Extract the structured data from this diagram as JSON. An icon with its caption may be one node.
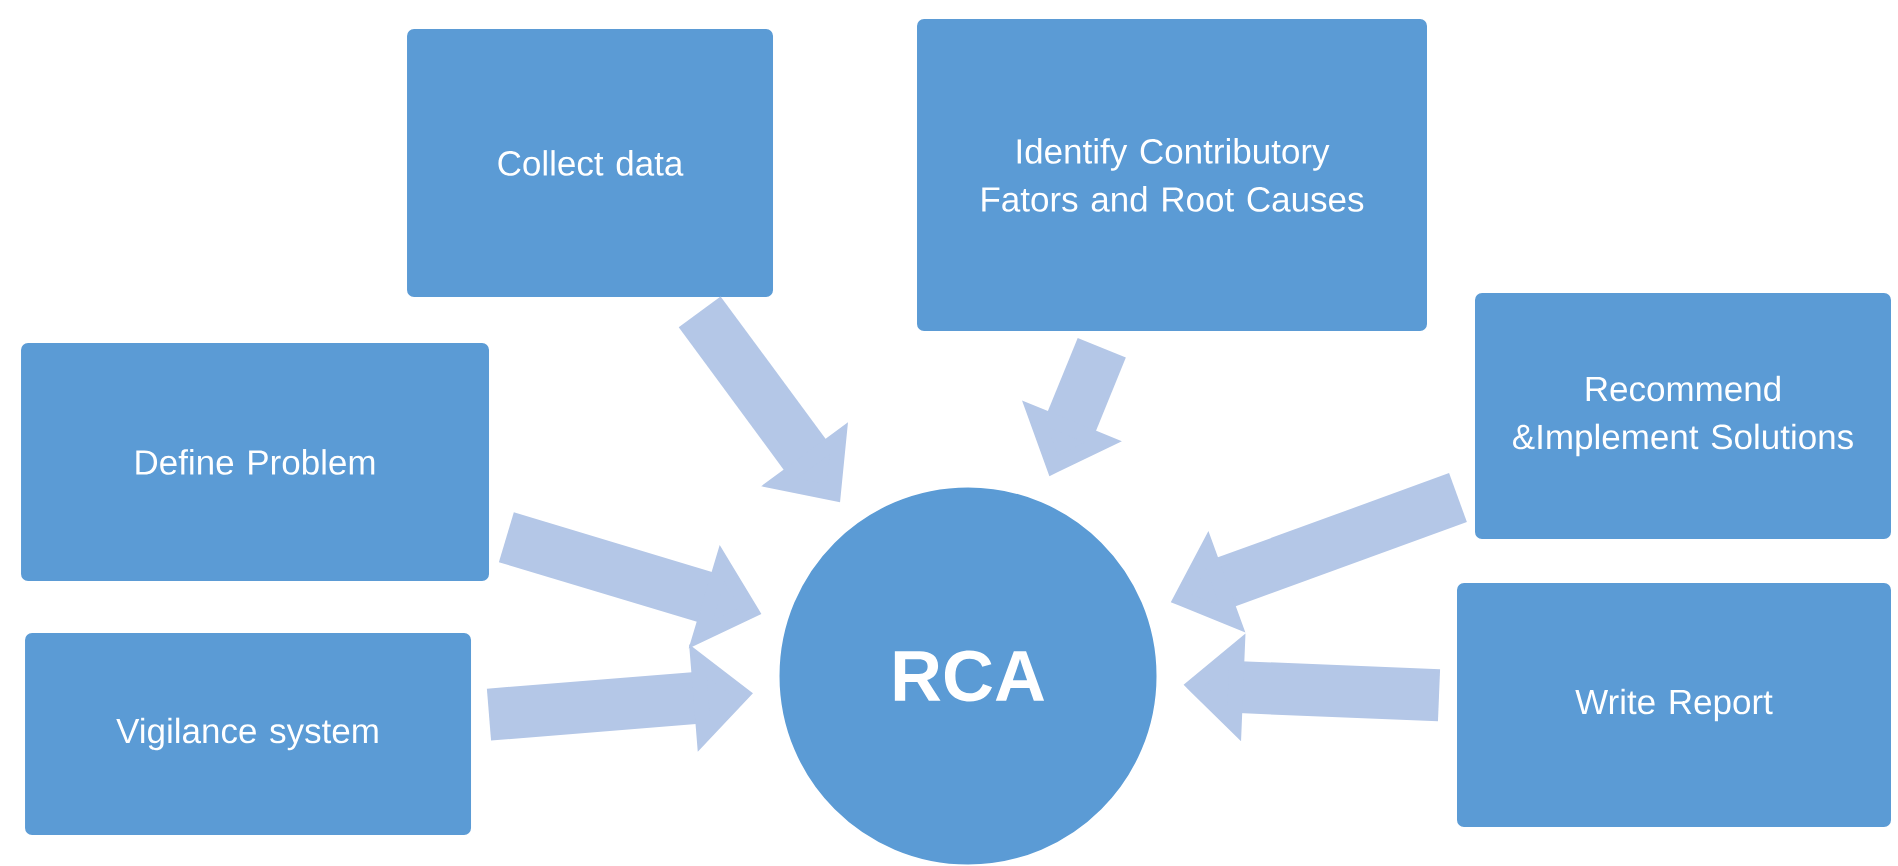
{
  "diagram": {
    "nodes": [
      {
        "text": [
          "Vigilance system"
        ]
      },
      {
        "text": [
          "Define Problem"
        ]
      },
      {
        "text": [
          "Collect data"
        ]
      },
      {
        "text": [
          "Identify Contributory Fators and Root Causes"
        ]
      },
      {
        "text": [
          "Recommend &Implement Solutions"
        ]
      },
      {
        "text": [
          "Write Report"
        ]
      },
      {
        "text": [
          "RCA"
        ]
      }
    ],
    "edges": [
      {
        "from": 0,
        "to": 6,
        "arrow": "to"
      },
      {
        "from": 1,
        "to": 6,
        "arrow": "to"
      },
      {
        "from": 2,
        "to": 6,
        "arrow": "to"
      },
      {
        "from": 3,
        "to": 6,
        "arrow": "to"
      },
      {
        "from": 4,
        "to": 6,
        "arrow": "to"
      },
      {
        "from": 5,
        "to": 6,
        "arrow": "to"
      }
    ]
  }
}
